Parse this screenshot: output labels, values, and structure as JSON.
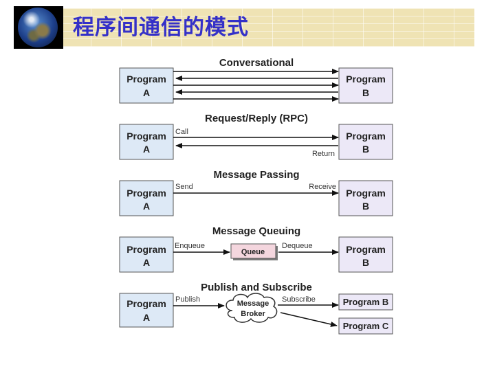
{
  "header": {
    "title": "程序间通信的模式"
  },
  "colors": {
    "title": "#3430c8",
    "box_a_fill": "#dde9f6",
    "box_b_fill": "#ece8f7",
    "queue_fill": "#f4d6de",
    "header_bg": "#efe3b4"
  },
  "icons": {
    "logo": "globe-icon"
  },
  "program_a": {
    "line1": "Program",
    "line2": "A"
  },
  "program_b": {
    "line1": "Program",
    "line2": "B"
  },
  "conversational": {
    "title": "Conversational"
  },
  "rpc": {
    "title": "Request/Reply (RPC)",
    "call": "Call",
    "return": "Return"
  },
  "message_passing": {
    "title": "Message Passing",
    "send": "Send",
    "receive": "Receive"
  },
  "message_queuing": {
    "title": "Message Queuing",
    "enqueue": "Enqueue",
    "queue": "Queue",
    "dequeue": "Dequeue"
  },
  "publish_subscribe": {
    "title": "Publish and Subscribe",
    "publish": "Publish",
    "broker_line1": "Message",
    "broker_line2": "Broker",
    "subscribe": "Subscribe",
    "program_b": "Program B",
    "program_c": "Program C"
  }
}
